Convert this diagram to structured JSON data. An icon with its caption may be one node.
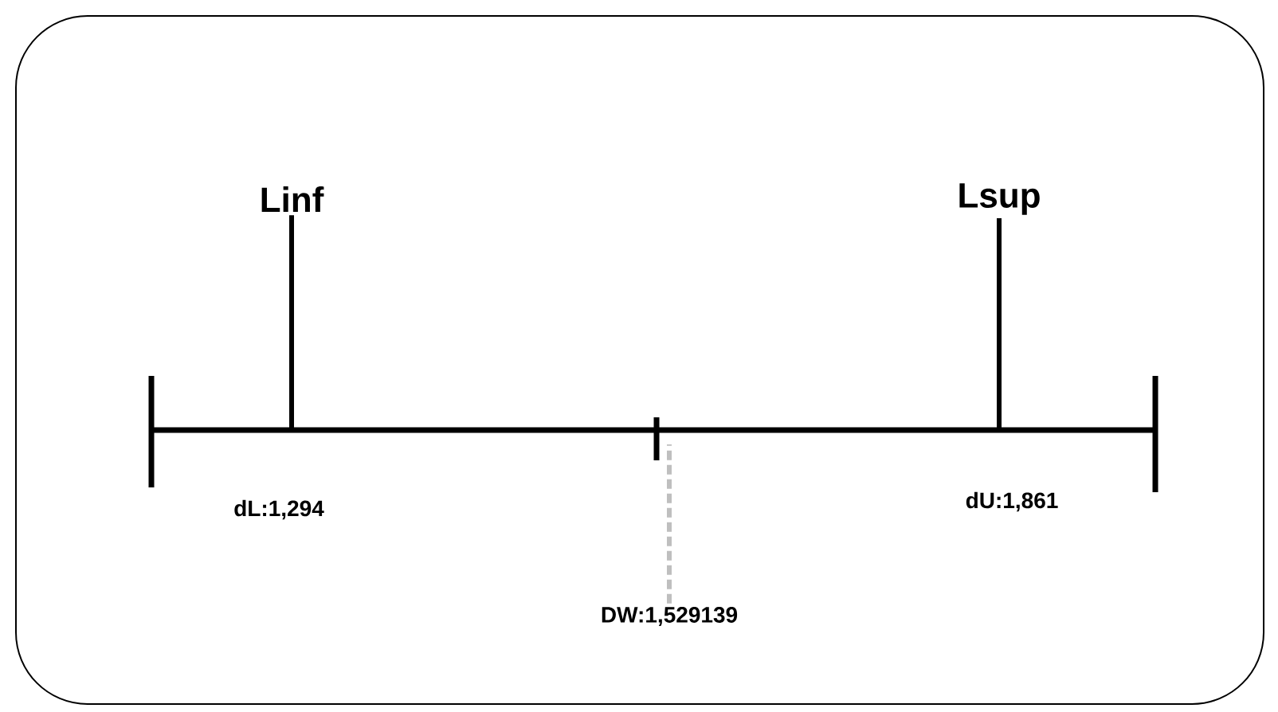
{
  "diagram": {
    "nodes": [
      {
        "text": [
          "Linf"
        ]
      },
      {
        "text": [
          "Lsup"
        ]
      },
      {
        "text": [
          "DW:1,529139"
        ]
      }
    ],
    "edges": [
      {
        "from": 0,
        "to": null,
        "arrow": "none"
      },
      {
        "from": 1,
        "to": null,
        "arrow": "none"
      },
      {
        "from": 2,
        "to": null,
        "arrow": "none",
        "style": "dashed",
        "color": "#bfbfbf"
      }
    ],
    "labels": [
      "dL:1,294",
      "dU:1,861"
    ]
  }
}
